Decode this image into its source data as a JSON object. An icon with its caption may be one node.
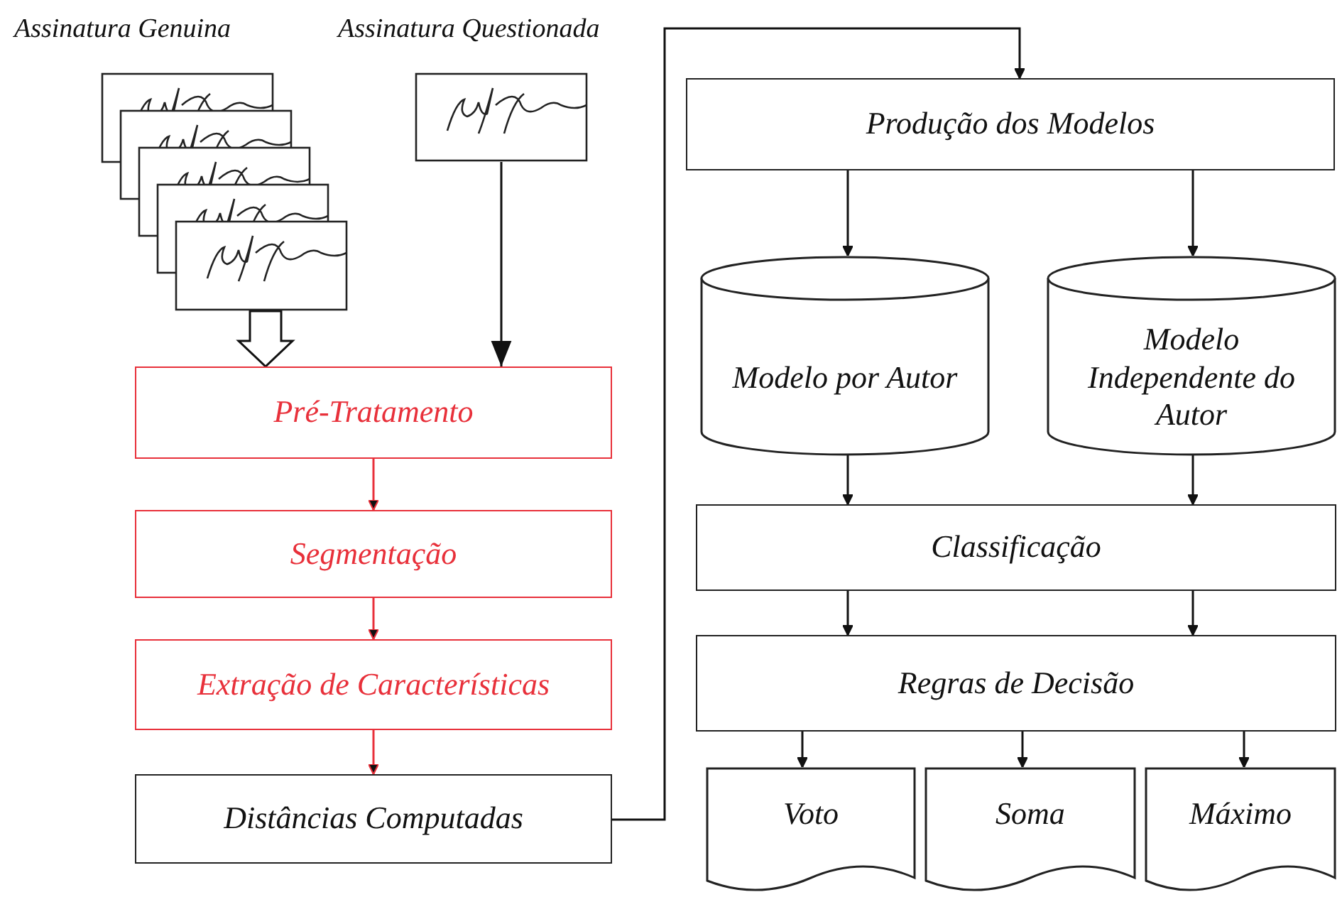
{
  "diagram": {
    "nodes": [
      {
        "text": [
          "Assinatura Genuina"
        ]
      },
      {
        "text": [
          "Assinatura Questionada"
        ]
      },
      {
        "text": [
          "Pré-Tratamento"
        ]
      },
      {
        "text": [
          "Segmentação"
        ]
      },
      {
        "text": [
          "Extração de Características"
        ]
      },
      {
        "text": [
          "Distâncias Computadas"
        ]
      },
      {
        "text": [
          "Produção dos Modelos"
        ]
      },
      {
        "text": [
          "Modelo por Autor"
        ]
      },
      {
        "text": [
          "Modelo Independente do Autor"
        ]
      },
      {
        "text": [
          "Classificação"
        ]
      },
      {
        "text": [
          "Regras de Decisão"
        ]
      },
      {
        "text": [
          "Voto"
        ]
      },
      {
        "text": [
          "Soma"
        ]
      },
      {
        "text": [
          "Máximo"
        ]
      }
    ],
    "edges": [
      {
        "from": 0,
        "to": 2,
        "arrow": "to",
        "style": "thick"
      },
      {
        "from": 1,
        "to": 2,
        "arrow": "to"
      },
      {
        "from": 2,
        "to": 3,
        "arrow": "to",
        "color": "#e8303a"
      },
      {
        "from": 3,
        "to": 4,
        "arrow": "to",
        "color": "#e8303a"
      },
      {
        "from": 4,
        "to": 5,
        "arrow": "to",
        "color": "#e8303a"
      },
      {
        "from": 5,
        "to": 6,
        "arrow": "to"
      },
      {
        "from": 6,
        "to": 7,
        "arrow": "to"
      },
      {
        "from": 6,
        "to": 8,
        "arrow": "to"
      },
      {
        "from": 7,
        "to": 9,
        "arrow": "to"
      },
      {
        "from": 8,
        "to": 9,
        "arrow": "to"
      },
      {
        "from": 9,
        "to": 10,
        "arrow": "to"
      },
      {
        "from": 9,
        "to": 10,
        "arrow": "to"
      },
      {
        "from": 10,
        "to": 11,
        "arrow": "to"
      },
      {
        "from": 10,
        "to": 12,
        "arrow": "to"
      },
      {
        "from": 10,
        "to": 13,
        "arrow": "to"
      }
    ]
  }
}
